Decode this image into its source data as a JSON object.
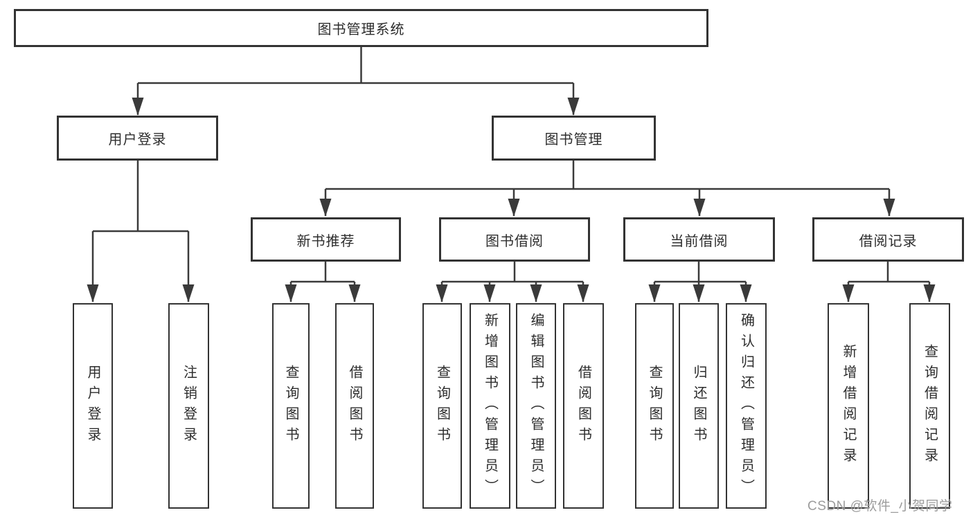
{
  "colors": {
    "background": "#ffffff",
    "line": "#3a3a3a",
    "box_border": "#333333",
    "text": "#2d2d2d",
    "watermark": "#9c9c9c"
  },
  "watermark": {
    "text": "CSDN @软件_小贺同学"
  },
  "tree": {
    "label": "图书管理系统",
    "children": [
      {
        "label": "用户登录",
        "children": [
          {
            "label": "用户登录"
          },
          {
            "label": "注销登录"
          }
        ]
      },
      {
        "label": "图书管理",
        "children": [
          {
            "label": "新书推荐",
            "children": [
              {
                "label": "查询图书"
              },
              {
                "label": "借阅图书"
              }
            ]
          },
          {
            "label": "图书借阅",
            "children": [
              {
                "label": "查询图书"
              },
              {
                "label": "新增图书（管理员）"
              },
              {
                "label": "编辑图书（管理员）"
              },
              {
                "label": "借阅图书"
              }
            ]
          },
          {
            "label": "当前借阅",
            "children": [
              {
                "label": "查询图书"
              },
              {
                "label": "归还图书"
              },
              {
                "label": "确认归还（管理员）"
              }
            ]
          },
          {
            "label": "借阅记录",
            "children": [
              {
                "label": "新增借阅记录"
              },
              {
                "label": "查询借阅记录"
              }
            ]
          }
        ]
      }
    ]
  }
}
